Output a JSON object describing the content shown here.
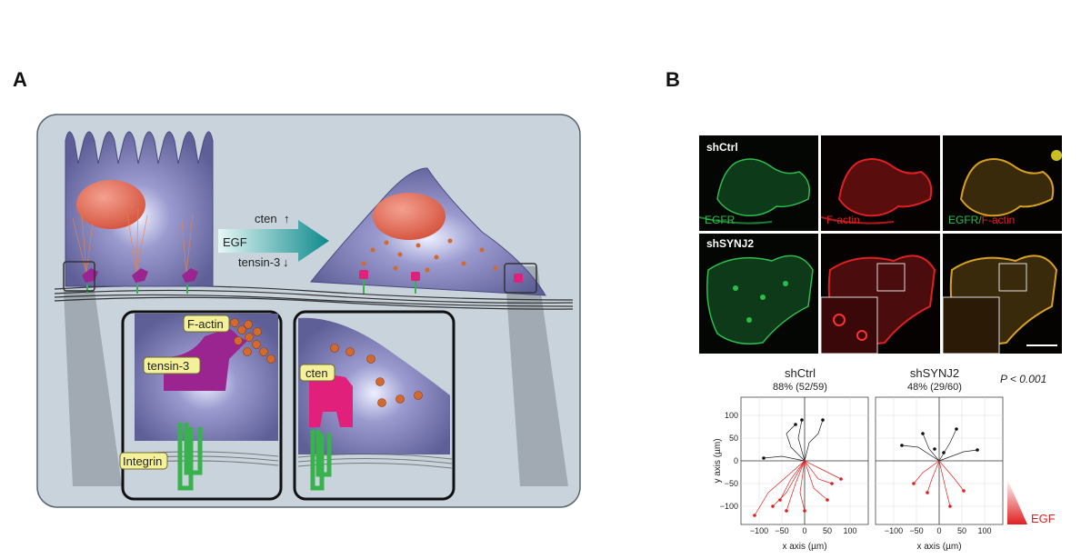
{
  "panels": {
    "a": "A",
    "b": "B"
  },
  "diagram": {
    "egf": "EGF",
    "cten": "cten",
    "tensin3": "tensin-3",
    "factin": "F-actin",
    "tensin3_box": "tensin-3",
    "integrin": "Integrin",
    "cten_box": "cten"
  },
  "micrographs": {
    "row1_label": "shCtrl",
    "row2_label": "shSYNJ2",
    "col1": "EGFR",
    "col2": "F-actin",
    "col3_a": "EGFR/",
    "col3_b": "F-actin"
  },
  "tracks": {
    "left_title": "shCtrl",
    "left_sub": "88% (52/59)",
    "right_title": "shSYNJ2",
    "right_sub": "48% (29/60)",
    "pvalue": "P < 0.001",
    "xlabel": "x axis (µm)",
    "ylabel": "y axis (µm)",
    "egf": "EGF",
    "xticks": [
      "−100",
      "−50",
      "0",
      "50",
      "100"
    ],
    "yticks": [
      "100",
      "50",
      "0",
      "−50",
      "−100"
    ]
  },
  "colors": {
    "egfr_green": "#2bbf4a",
    "actin_red": "#e02020",
    "cell_purple": "#6f6fa8",
    "nucleus": "#e0604a",
    "cten_pink": "#e0207a",
    "tensin_magenta": "#9a2590",
    "integrin_green": "#37b24d",
    "label_yellow": "#f5f19a"
  }
}
